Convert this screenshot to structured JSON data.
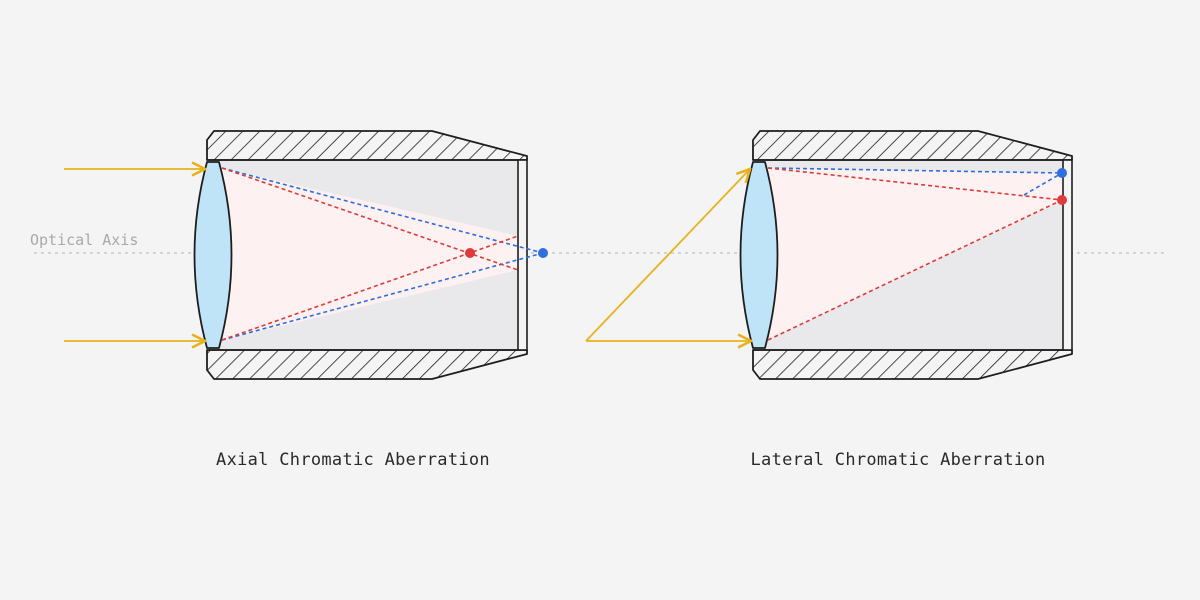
{
  "axis_label": "Optical Axis",
  "diagrams": [
    {
      "caption": "Axial Chromatic Aberration"
    },
    {
      "caption": "Lateral Chromatic Aberration"
    }
  ],
  "colors": {
    "background": "#f4f4f4",
    "incoming_ray": "#e8b21c",
    "blue_ray": "#2f6ee0",
    "red_ray": "#e03a3a",
    "lens_fill": "#bfe3f7",
    "barrel_interior": "#e9e9ec",
    "cone_fill": "#fdf1f1",
    "outline": "#1e1e1e",
    "axis": "#c8c8c8"
  }
}
